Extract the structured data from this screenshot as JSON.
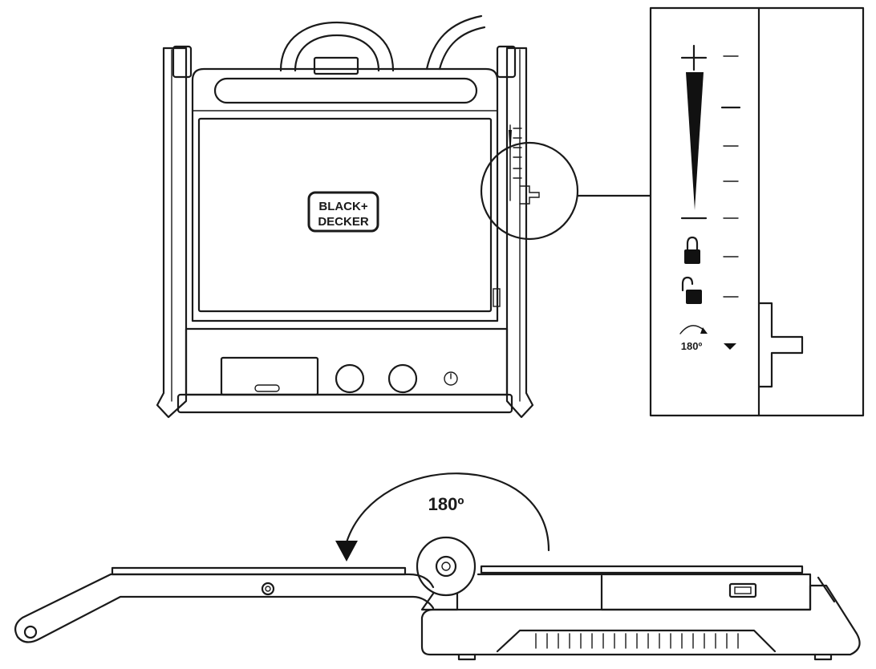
{
  "figure": {
    "brand_line1": "BLACK+",
    "brand_line2": "DECKER",
    "rotation_label": "180º",
    "inset_rotation_label": "180º"
  },
  "icons": {
    "lock": "lock-icon",
    "unlock": "unlock-icon",
    "rotate": "rotate-180-icon",
    "power": "power-icon"
  },
  "colors": {
    "line": "#1a1a1a",
    "background": "#ffffff"
  }
}
